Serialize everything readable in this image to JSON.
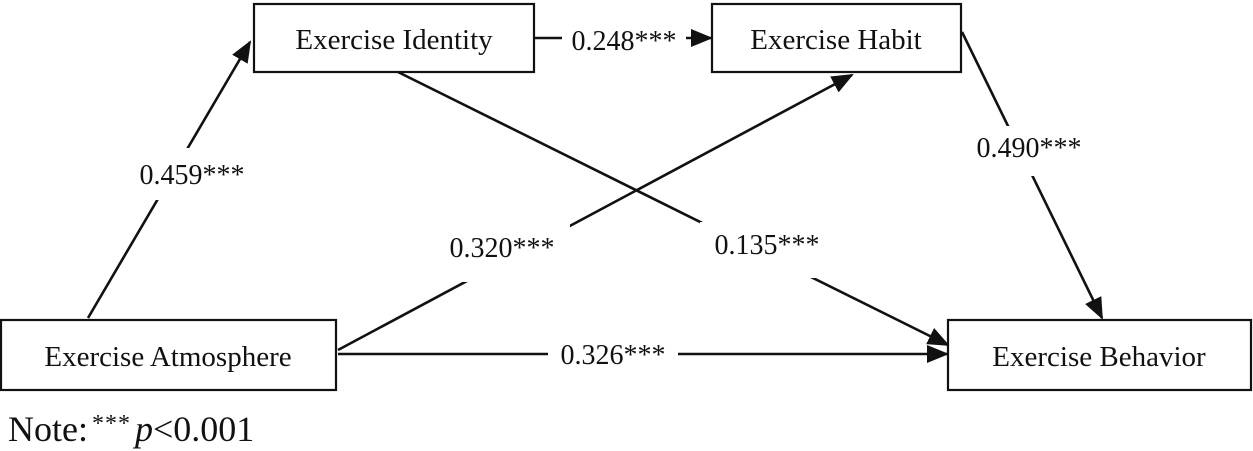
{
  "diagram": {
    "nodes": [
      {
        "id": "atmosphere",
        "label": "Exercise Atmosphere"
      },
      {
        "id": "identity",
        "label": "Exercise Identity"
      },
      {
        "id": "habit",
        "label": "Exercise Habit"
      },
      {
        "id": "behavior",
        "label": "Exercise Behavior"
      }
    ],
    "edges": [
      {
        "id": "atmosphere-identity",
        "from": "atmosphere",
        "to": "identity",
        "label": "0.459***"
      },
      {
        "id": "identity-habit",
        "from": "identity",
        "to": "habit",
        "label": "0.248***"
      },
      {
        "id": "habit-behavior",
        "from": "habit",
        "to": "behavior",
        "label": "0.490***"
      },
      {
        "id": "atmosphere-habit",
        "from": "atmosphere",
        "to": "habit",
        "label": "0.320***"
      },
      {
        "id": "identity-behavior",
        "from": "identity",
        "to": "behavior",
        "label": "0.135***"
      },
      {
        "id": "atmosphere-behavior",
        "from": "atmosphere",
        "to": "behavior",
        "label": "0.326***"
      }
    ]
  },
  "note": {
    "prefix": "Note:",
    "stars": "***",
    "p_symbol": "p",
    "threshold": "<0.001"
  }
}
